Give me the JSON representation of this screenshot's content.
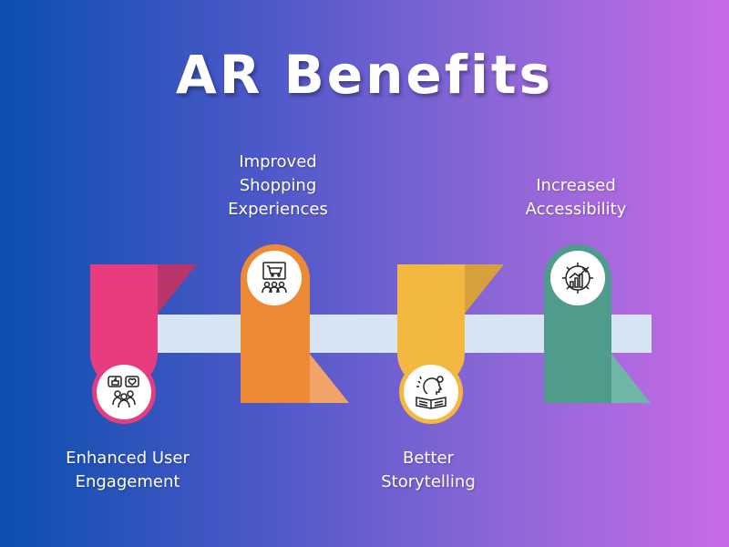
{
  "title": "AR Benefits",
  "colors": {
    "pink": "#e83c7e",
    "pink_fold": "#b8346b",
    "orange": "#ee8a36",
    "orange_fold": "#f2a468",
    "yellow": "#f3b83f",
    "yellow_fold": "#d6a13a",
    "teal": "#509c8c",
    "teal_fold": "#6fb6a8",
    "band": "#d6e5f4"
  },
  "items": [
    {
      "lines": [
        "Enhanced User",
        "Engagement"
      ],
      "icon": "user-engagement-icon"
    },
    {
      "lines": [
        "Improved",
        "Shopping",
        "Experiences"
      ],
      "icon": "shopping-cart-icon"
    },
    {
      "lines": [
        "Better",
        "Storytelling"
      ],
      "icon": "storytelling-book-icon"
    },
    {
      "lines": [
        "Increased",
        "Accessibility"
      ],
      "icon": "accessibility-gear-chart-icon"
    }
  ]
}
